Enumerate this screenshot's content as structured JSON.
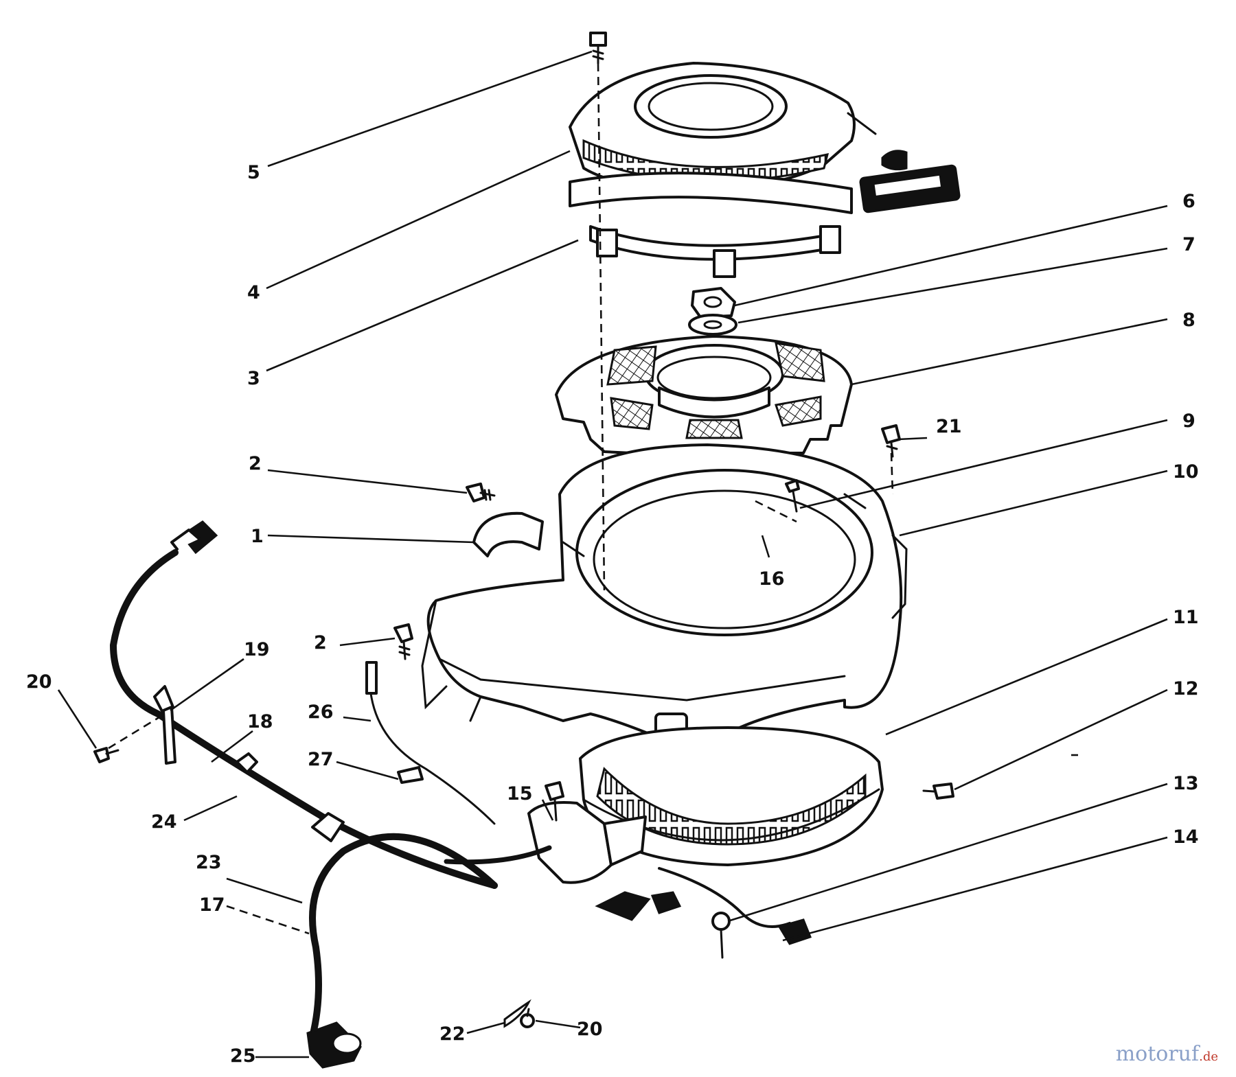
{
  "callouts": [
    {
      "id": "c1",
      "label": "1"
    },
    {
      "id": "c2a",
      "label": "2"
    },
    {
      "id": "c2b",
      "label": "2"
    },
    {
      "id": "c3",
      "label": "3"
    },
    {
      "id": "c4",
      "label": "4"
    },
    {
      "id": "c5",
      "label": "5"
    },
    {
      "id": "c6",
      "label": "6"
    },
    {
      "id": "c7",
      "label": "7"
    },
    {
      "id": "c8",
      "label": "8"
    },
    {
      "id": "c9",
      "label": "9"
    },
    {
      "id": "c10",
      "label": "10"
    },
    {
      "id": "c11",
      "label": "11"
    },
    {
      "id": "c12",
      "label": "12"
    },
    {
      "id": "c13",
      "label": "13"
    },
    {
      "id": "c14",
      "label": "14"
    },
    {
      "id": "c15",
      "label": "15"
    },
    {
      "id": "c16",
      "label": "16"
    },
    {
      "id": "c17",
      "label": "17"
    },
    {
      "id": "c18",
      "label": "18"
    },
    {
      "id": "c19",
      "label": "19"
    },
    {
      "id": "c20a",
      "label": "20"
    },
    {
      "id": "c20b",
      "label": "20"
    },
    {
      "id": "c21",
      "label": "21"
    },
    {
      "id": "c22",
      "label": "22"
    },
    {
      "id": "c23",
      "label": "23"
    },
    {
      "id": "c24",
      "label": "24"
    },
    {
      "id": "c25",
      "label": "25"
    },
    {
      "id": "c26",
      "label": "26"
    },
    {
      "id": "c27",
      "label": "27"
    }
  ],
  "watermark": {
    "brand": "motoruf",
    "tld": ".de"
  },
  "colors": {
    "line": "#111111",
    "background": "#ffffff",
    "watermark": "#8aa0c8",
    "watermark_tld": "#c0392b"
  }
}
